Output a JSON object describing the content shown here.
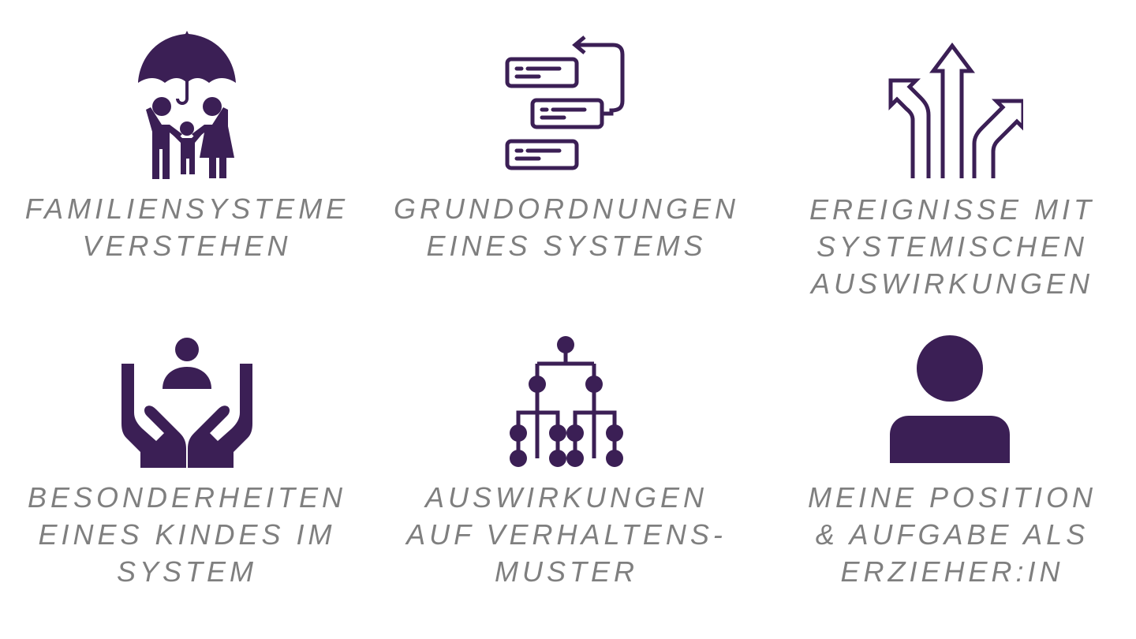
{
  "colors": {
    "icon": "#3b1f55",
    "text": "#7f7f7f"
  },
  "tiles": [
    {
      "icon": "family-umbrella-icon",
      "lines": [
        "Familiensysteme",
        "verstehen"
      ]
    },
    {
      "icon": "flowchart-loop-icon",
      "lines": [
        "Grundordnungen",
        "eines Systems"
      ]
    },
    {
      "icon": "diverging-arrows-icon",
      "lines": [
        "Ereignisse mit",
        "systemischen",
        "Auswirkungen"
      ]
    },
    {
      "icon": "hands-holding-person-icon",
      "lines": [
        "Besonderheiten",
        "eines Kindes im",
        "System"
      ]
    },
    {
      "icon": "hierarchy-tree-icon",
      "lines": [
        "Auswirkungen",
        "auf Verhaltens-",
        "muster"
      ]
    },
    {
      "icon": "person-icon",
      "lines": [
        "Meine Position",
        "& Aufgabe als",
        "Erzieher:in"
      ]
    }
  ]
}
